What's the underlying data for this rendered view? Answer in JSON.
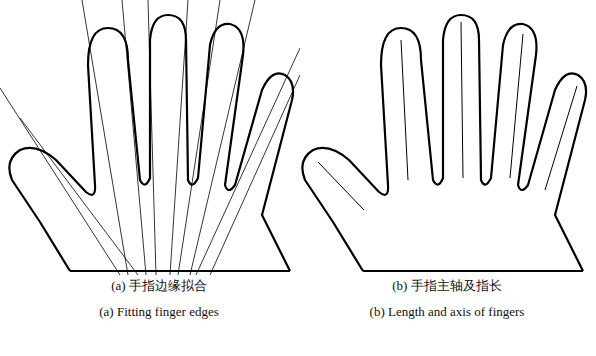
{
  "diagram": {
    "labels": [
      "(a) 手指边缘拟合",
      "(b) 手指主轴及指长",
      "(a) Fitting finger edges",
      "(b) Length and axis of fingers"
    ]
  }
}
